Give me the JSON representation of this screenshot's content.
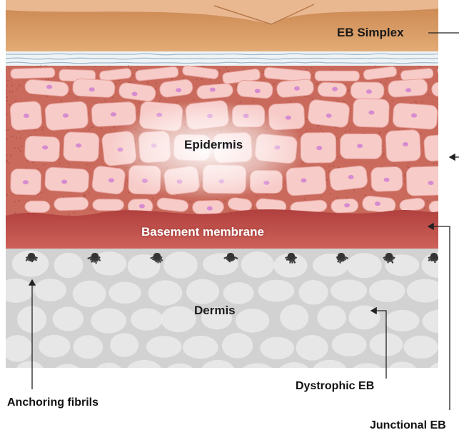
{
  "labels": {
    "eb_simplex": "EB Simplex",
    "epidermis": "Epidermis",
    "basement_membrane": "Basement membrane",
    "dermis": "Dermis",
    "anchoring_fibrils": "Anchoring fibrils",
    "dystrophic_eb": "Dystrophic EB",
    "junctional_eb": "Junctional EB"
  },
  "colors": {
    "stratum_corneum": "#d99a62",
    "epidermis_bg": "#c96a5c",
    "cell_fill": "#f7c9c6",
    "nucleus": "#d78bd0",
    "basement": "#c0504d",
    "dermis": "#d4d4d4",
    "arrow": "#222222"
  }
}
